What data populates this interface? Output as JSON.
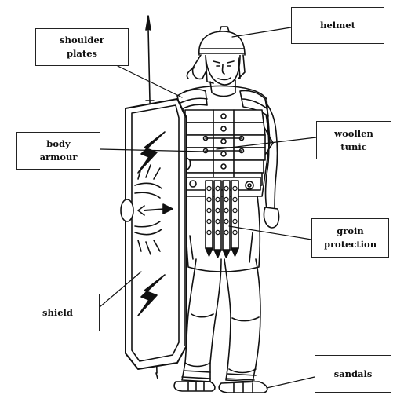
{
  "labels": {
    "shoulder_plates": "shoulder\nplates",
    "helmet": "helmet",
    "woollen_tunic": "woollen\ntunic",
    "body_armour": "body\narmour",
    "groin_protection": "groin\nprotection",
    "shield": "shield",
    "sandals": "sandals"
  },
  "style": {
    "line_color": "#111111",
    "box_border_color": "#222222",
    "background": "#ffffff"
  }
}
